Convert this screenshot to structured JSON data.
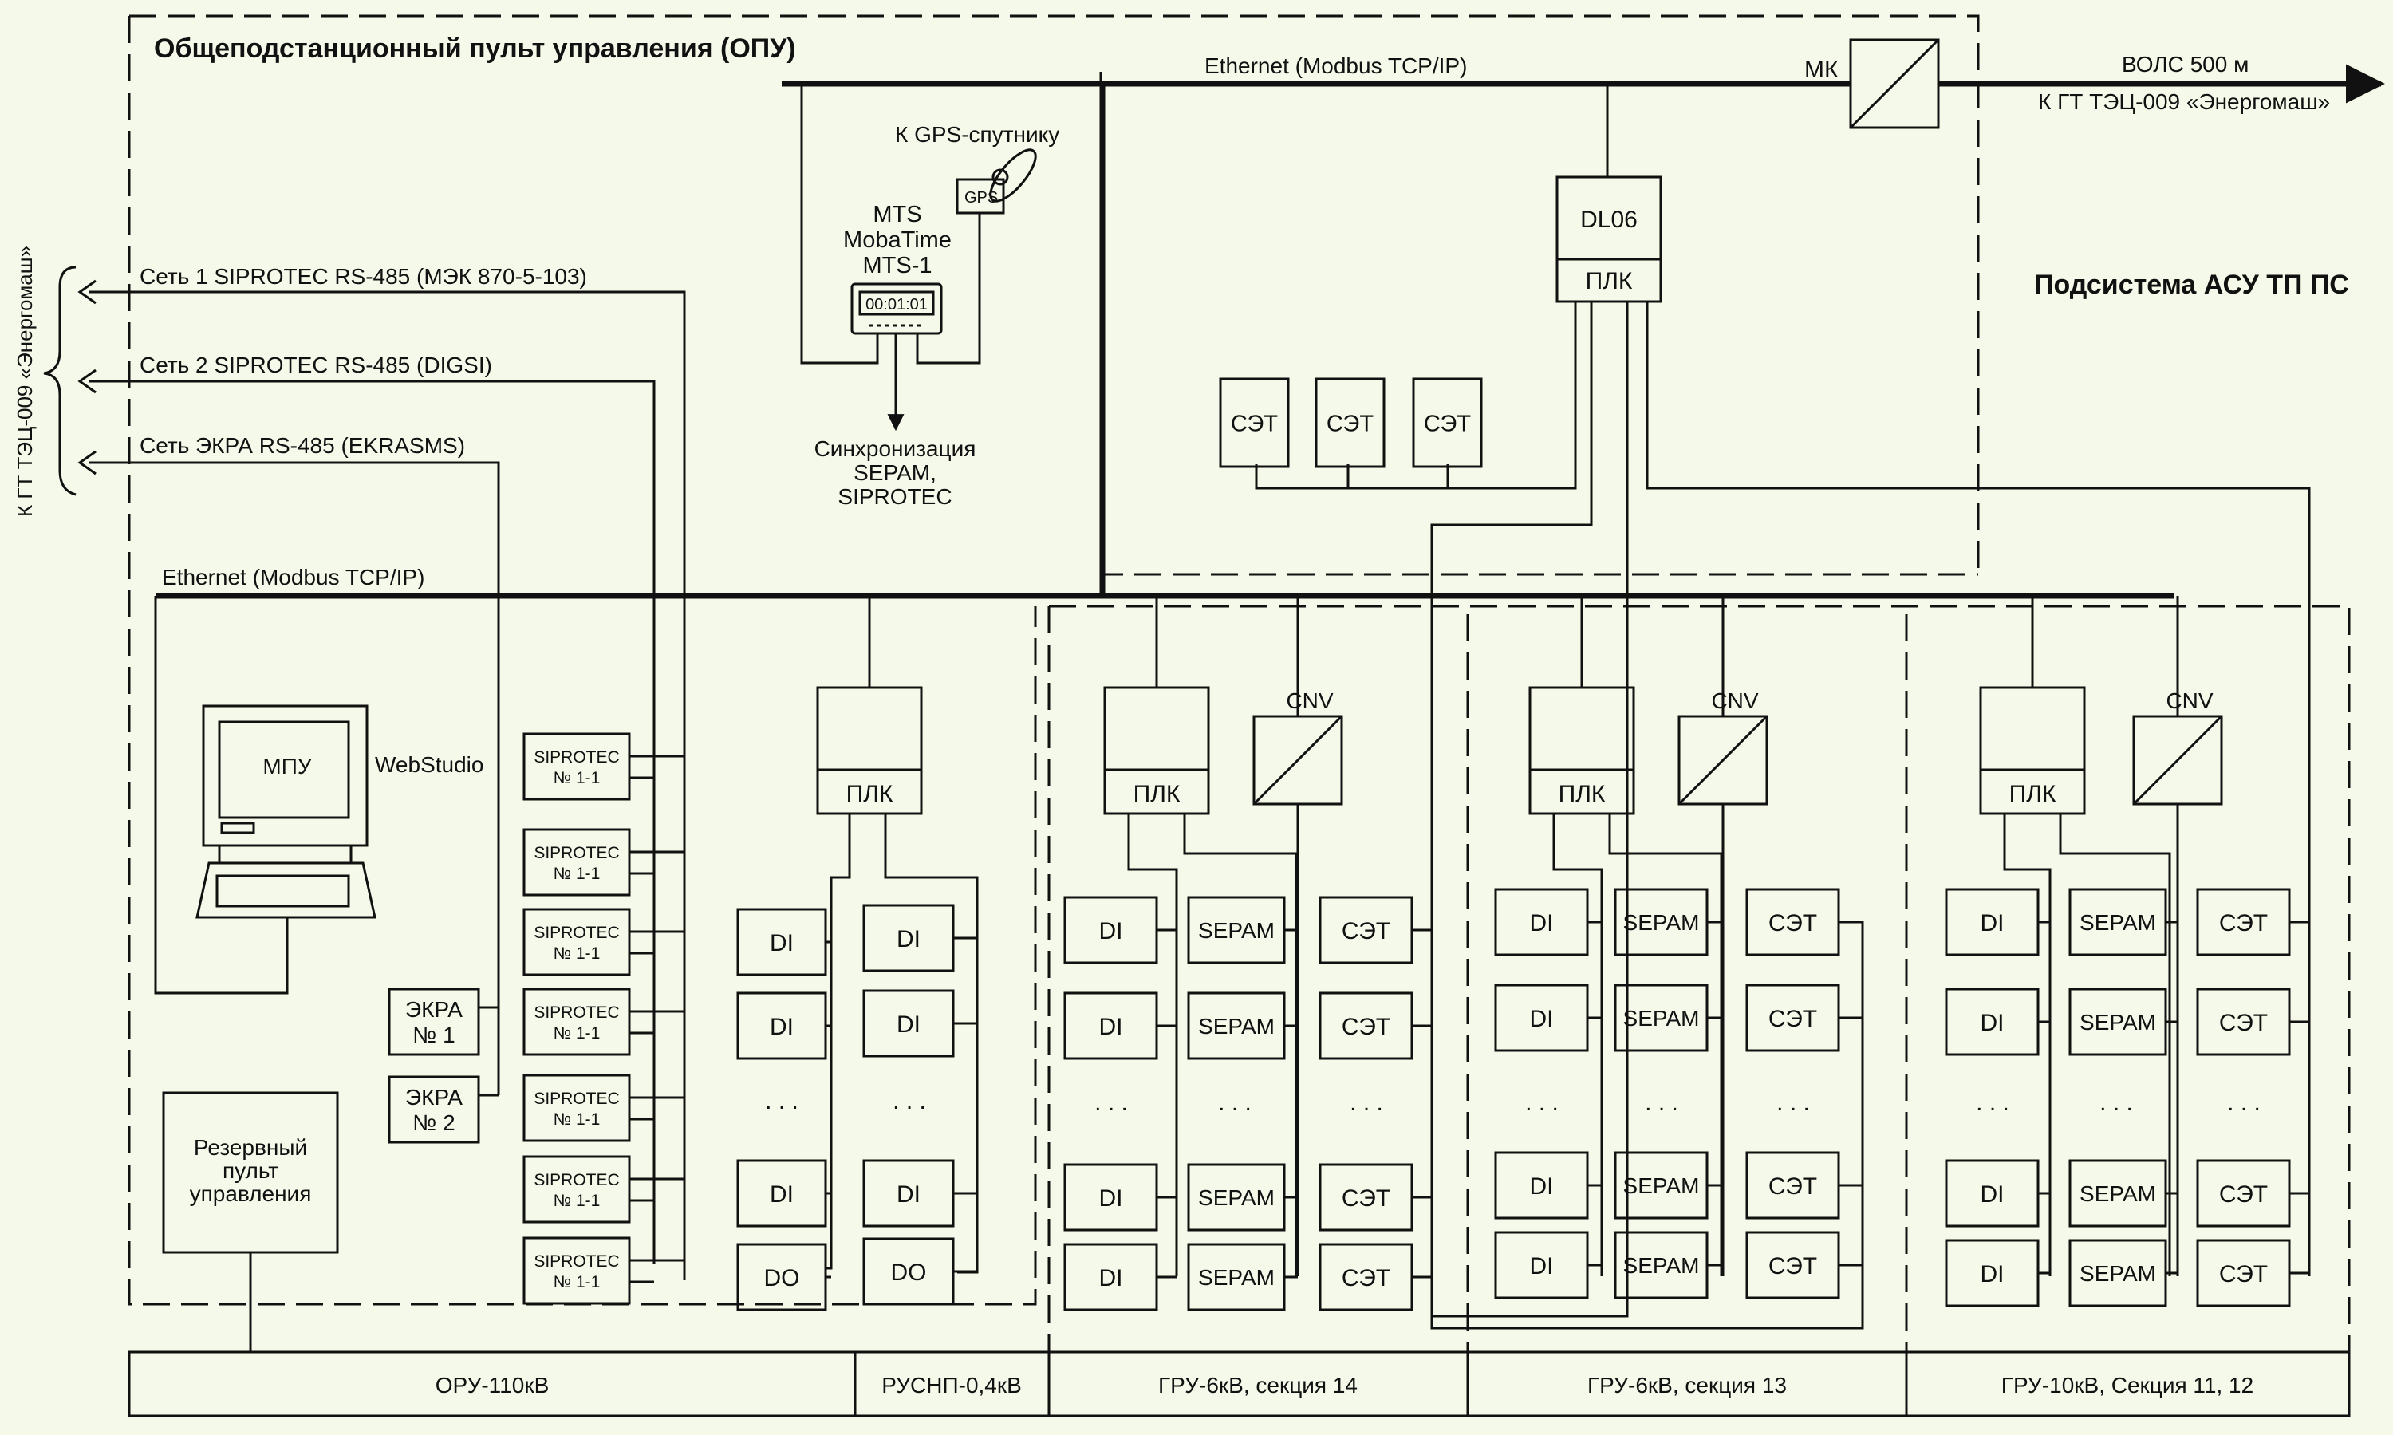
{
  "title": "Общеподстанционный пульт управления (ОПУ)",
  "subsystem": "Подсистема АСУ ТП ПС",
  "ethernet_top": "Ethernet (Modbus TCP/IP)",
  "ethernet_lower": "Ethernet (Modbus TCP/IP)",
  "mk": "МК",
  "vols": "ВОЛС 500 м",
  "to_gt": "К ГТ ТЭЦ-009 «Энергомаш»",
  "gps_label": "К GPS-спутнику",
  "gps_box": "GPS",
  "mts": [
    "MTS",
    "MobaTime",
    "MTS-1"
  ],
  "clock": "00:01:01",
  "sync": [
    "Синхронизация",
    "SEPAM,",
    "SIPROTEC"
  ],
  "dl06": "DL06",
  "plk": "ПЛК",
  "set": "СЭТ",
  "networks": [
    "Сеть 1 SIPROTEC RS-485 (МЭК 870-5-103)",
    "Сеть 2 SIPROTEC RS-485 (DIGSI)",
    "Сеть ЭКРА RS-485 (EKRASMS)"
  ],
  "left_vertical": "К ГТ ТЭЦ-009 «Энергомаш»",
  "mpu": "МПУ",
  "webstudio": "WebStudio",
  "reserve": [
    "Резервный",
    "пульт",
    "управления"
  ],
  "ekra1": [
    "ЭКРА",
    "№ 1"
  ],
  "ekra2": [
    "ЭКРА",
    "№ 2"
  ],
  "siprotec": [
    "SIPROTEC",
    "№ 1-1"
  ],
  "cnv": "CNV",
  "di": "DI",
  "do": "DO",
  "sepam": "SEPAM",
  "dots": ". . .",
  "sections": [
    "ОРУ-110кВ",
    "РУСНП-0,4кВ",
    "ГРУ-6кВ, секция 14",
    "ГРУ-6кВ, секция 13",
    "ГРУ-10кВ, Секция 11, 12"
  ]
}
